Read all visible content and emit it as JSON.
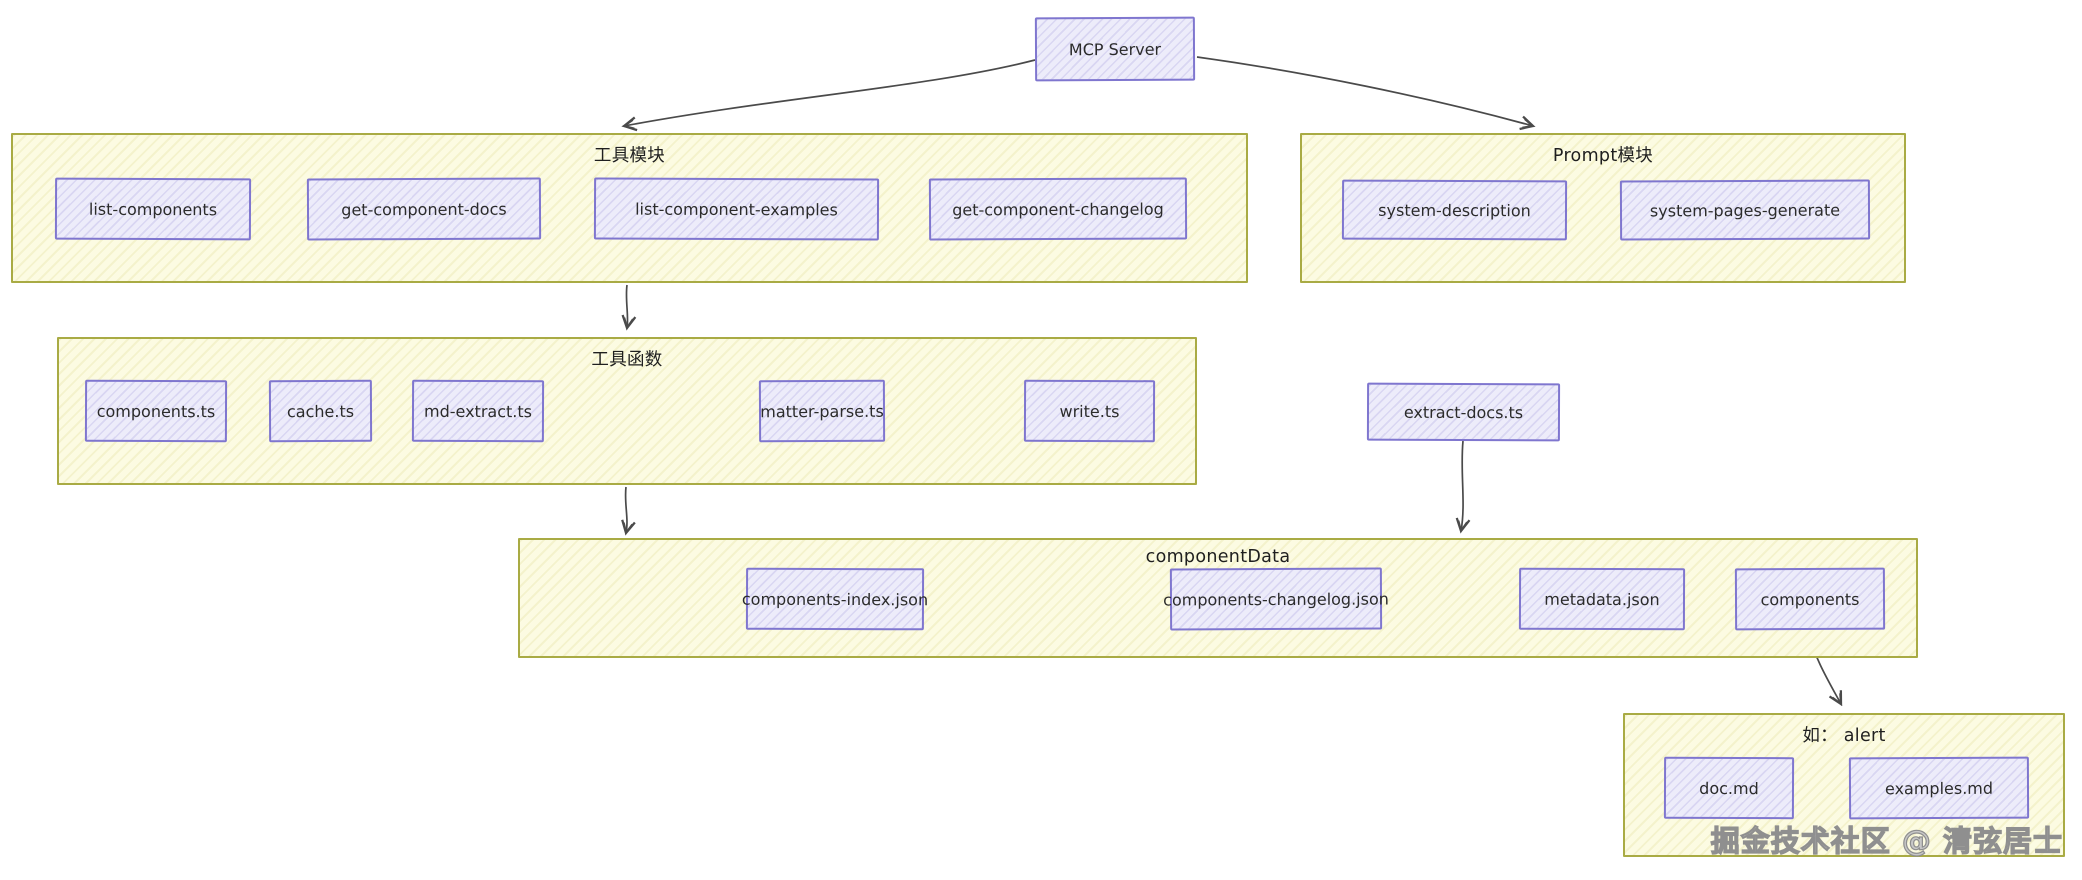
{
  "diagram": {
    "root": {
      "label": "MCP Server"
    },
    "groups": {
      "tools": {
        "label": "工具模块",
        "nodes": [
          "list-components",
          "get-component-docs",
          "list-component-examples",
          "get-component-changelog"
        ]
      },
      "prompt": {
        "label": "Prompt模块",
        "nodes": [
          "system-description",
          "system-pages-generate"
        ]
      },
      "utils": {
        "label": "工具函数",
        "nodes": [
          "components.ts",
          "cache.ts",
          "md-extract.ts",
          "matter-parse.ts",
          "write.ts"
        ]
      },
      "component_data": {
        "label": "componentData",
        "nodes": [
          "components-index.json",
          "components-changelog.json",
          "metadata.json",
          "components"
        ]
      },
      "alert_example": {
        "label": "如： alert",
        "nodes": [
          "doc.md",
          "examples.md"
        ]
      }
    },
    "standalone": {
      "extract_docs": {
        "label": "extract-docs.ts"
      }
    },
    "edges": [
      {
        "from": "MCP Server",
        "to": "工具模块"
      },
      {
        "from": "MCP Server",
        "to": "Prompt模块"
      },
      {
        "from": "工具模块",
        "to": "工具函数"
      },
      {
        "from": "工具函数",
        "to": "componentData"
      },
      {
        "from": "extract-docs.ts",
        "to": "componentData"
      },
      {
        "from": "components",
        "to": "如： alert"
      }
    ],
    "watermark": {
      "text": "掘金技术社区 @ 清弦居士"
    },
    "colors": {
      "node_fill": "#edecfa",
      "node_border": "#7f76cf",
      "group_fill": "#fcfbe2",
      "group_border": "#a9ab44",
      "edge": "#4a4a4a",
      "text": "#2d2d2d",
      "watermark": "#9a9a9a"
    }
  }
}
